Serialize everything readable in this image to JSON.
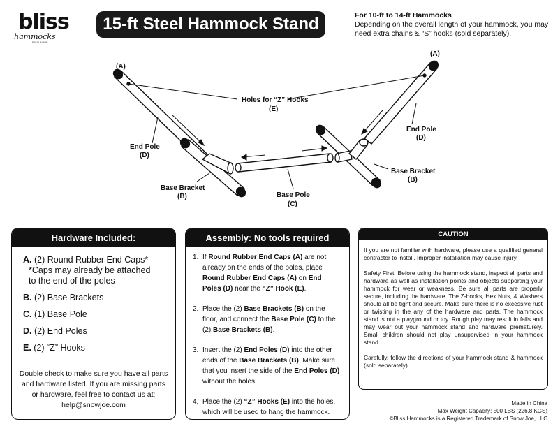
{
  "brand": {
    "name": "bliss",
    "sub": "hammocks",
    "tiny": "BY SUNJOE"
  },
  "title": "15-ft Steel Hammock Stand",
  "intro": {
    "heading": "For 10-ft to 14-ft Hammocks",
    "text": "Depending on the overall length of your hammock, you may need extra chains & “S” hooks (sold separately)."
  },
  "diagram": {
    "labels": {
      "a_left": "(A)",
      "a_right": "(A)",
      "holes_line1": "Holes for “Z” Hooks",
      "holes_line2": "(E)",
      "end_pole_left_1": "End Pole",
      "end_pole_left_2": "(D)",
      "end_pole_right_1": "End Pole",
      "end_pole_right_2": "(D)",
      "base_bracket_left_1": "Base Bracket",
      "base_bracket_left_2": "(B)",
      "base_bracket_right_1": "Base Bracket",
      "base_bracket_right_2": "(B)",
      "base_pole_1": "Base Pole",
      "base_pole_2": "(C)"
    }
  },
  "hardware": {
    "heading": "Hardware Included:",
    "items": [
      {
        "letter": "A.",
        "text": "(2) Round Rubber End Caps*",
        "note1": "*Caps may already be attached",
        "note2": "to the end of the poles"
      },
      {
        "letter": "B.",
        "text": "(2) Base Brackets"
      },
      {
        "letter": "C.",
        "text": "(1) Base Pole"
      },
      {
        "letter": "D.",
        "text": "(2) End Poles"
      },
      {
        "letter": "E.",
        "text": "(2) “Z” Hooks"
      }
    ],
    "footer": "Double check to make sure you have all parts and hardware listed. If you are missing parts or hardware, feel free to contact us at: help@snowjoe.com"
  },
  "assembly": {
    "heading": "Assembly: No tools required",
    "steps": [
      {
        "num": "1.",
        "t1": "If ",
        "b1": "Round Rubber End Caps (A)",
        "t2": " are not already on the ends of the poles, place ",
        "b2": "Round Rubber End Caps (A)",
        "t3": " on ",
        "b3": "End Poles (D)",
        "t4": " near the ",
        "b4": "“Z” Hook (E)",
        "t5": "."
      },
      {
        "num": "2.",
        "t1": "Place the (2) ",
        "b1": "Base Brackets (B)",
        "t2": " on the floor, and connect the ",
        "b2": "Base Pole (C)",
        "t3": " to the (2) ",
        "b3": "Base Brackets (B)",
        "t4": ".",
        "b4": "",
        "t5": ""
      },
      {
        "num": "3.",
        "t1": "Insert the (2) ",
        "b1": "End Poles (D)",
        "t2": " into the other ends of the ",
        "b2": "Base Brackets (B)",
        "t3": ". Make sure that you insert the side of the ",
        "b3": "End Poles (D)",
        "t4": " without the holes.",
        "b4": "",
        "t5": ""
      },
      {
        "num": "4.",
        "t1": "Place the (2) ",
        "b1": "“Z” Hooks (E)",
        "t2": " into the holes, which will be used to hang the hammock.",
        "b2": "",
        "t3": "",
        "b3": "",
        "t4": "",
        "b4": "",
        "t5": ""
      }
    ]
  },
  "caution": {
    "heading": "CAUTION",
    "p1": "If you are not familiar with hardware, please use a qualified general contractor to install. Improper installation may cause injury.",
    "p2": "Safety First: Before using the hammock stand, inspect all parts and hardware as well as installation points and objects supporting your hammock for wear or weakness. Be sure all parts are properly secure, including the hardware. The Z-hooks, Hex Nuts, & Washers should all be tight and secure. Make sure there is no excessive rust or twisting in the any of the hardware and parts. The hammock stand is not a playground or toy. Rough play may result in falls and may wear out your hammock stand and hardware prematurely. Small children should not play unsupervised in your hammock stand.",
    "p3": "Carefully, follow the directions of your hammock stand & hammock (sold separately)."
  },
  "footer": {
    "line1": "Made in China",
    "line2": "Max Weight Capacity: 500 LBS (226.8 KGS)",
    "line3": "©Bliss Hammocks is a Registered Trademark of Snow Joe, LLC"
  }
}
